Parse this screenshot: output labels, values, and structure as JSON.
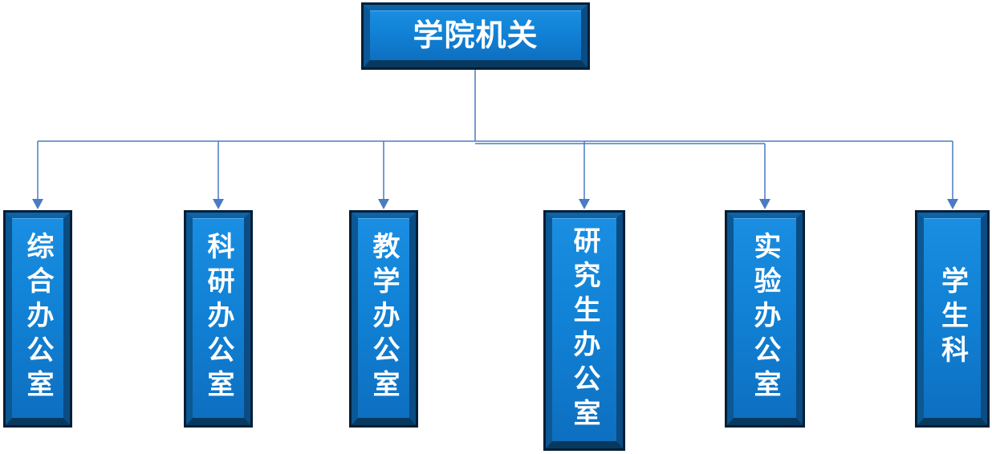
{
  "org_chart": {
    "root": {
      "label": "学院机关"
    },
    "departments": [
      {
        "label": "综合办公室"
      },
      {
        "label": "科研办公室"
      },
      {
        "label": "教学办公室"
      },
      {
        "label": "研究生办公室"
      },
      {
        "label": "实验办公室"
      },
      {
        "label": "学生科"
      }
    ],
    "colors": {
      "box_fill": "#1182d6",
      "box_bevel_dark": "#07395f",
      "box_outline": "#041e36",
      "connector_line": "#4b7bc3",
      "text": "#ffffff",
      "background": "#ffffff"
    }
  }
}
